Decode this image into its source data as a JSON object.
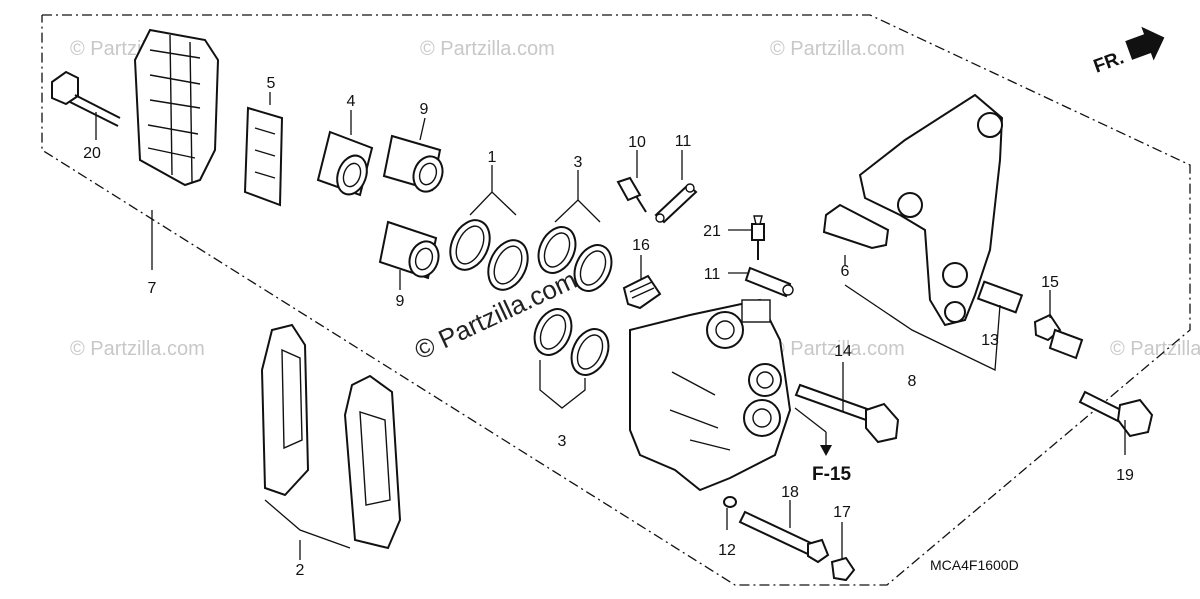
{
  "diagram": {
    "drawing_code": "MCA4F1600D",
    "reference": "F-15",
    "direction_label": "FR.",
    "watermark_text": "© Partzilla.com",
    "labels": [
      "1",
      "2",
      "3",
      "3",
      "4",
      "5",
      "6",
      "7",
      "8",
      "9",
      "9",
      "10",
      "11",
      "11",
      "12",
      "13",
      "14",
      "15",
      "16",
      "17",
      "18",
      "19",
      "20",
      "21"
    ]
  }
}
